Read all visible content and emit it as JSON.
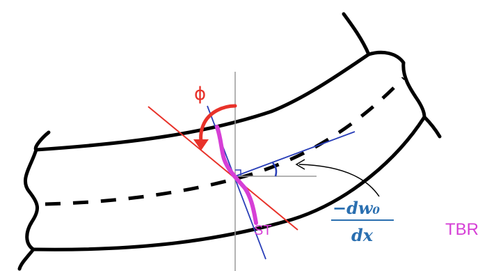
{
  "labels": {
    "phi": "ϕ",
    "st": "ST",
    "tbr": "TBR",
    "slope_numerator": "−dw₀",
    "slope_denominator": "dx"
  },
  "colors": {
    "beam_outline": "#000000",
    "red_normal_line": "#e8322a",
    "rotation_arrow": "#e8322a",
    "blue_lines": "#2a3fb8",
    "magenta_section": "#d63fd6",
    "vertical_reference": "#9a9a9a",
    "slope_label": "#2a6fb0"
  }
}
